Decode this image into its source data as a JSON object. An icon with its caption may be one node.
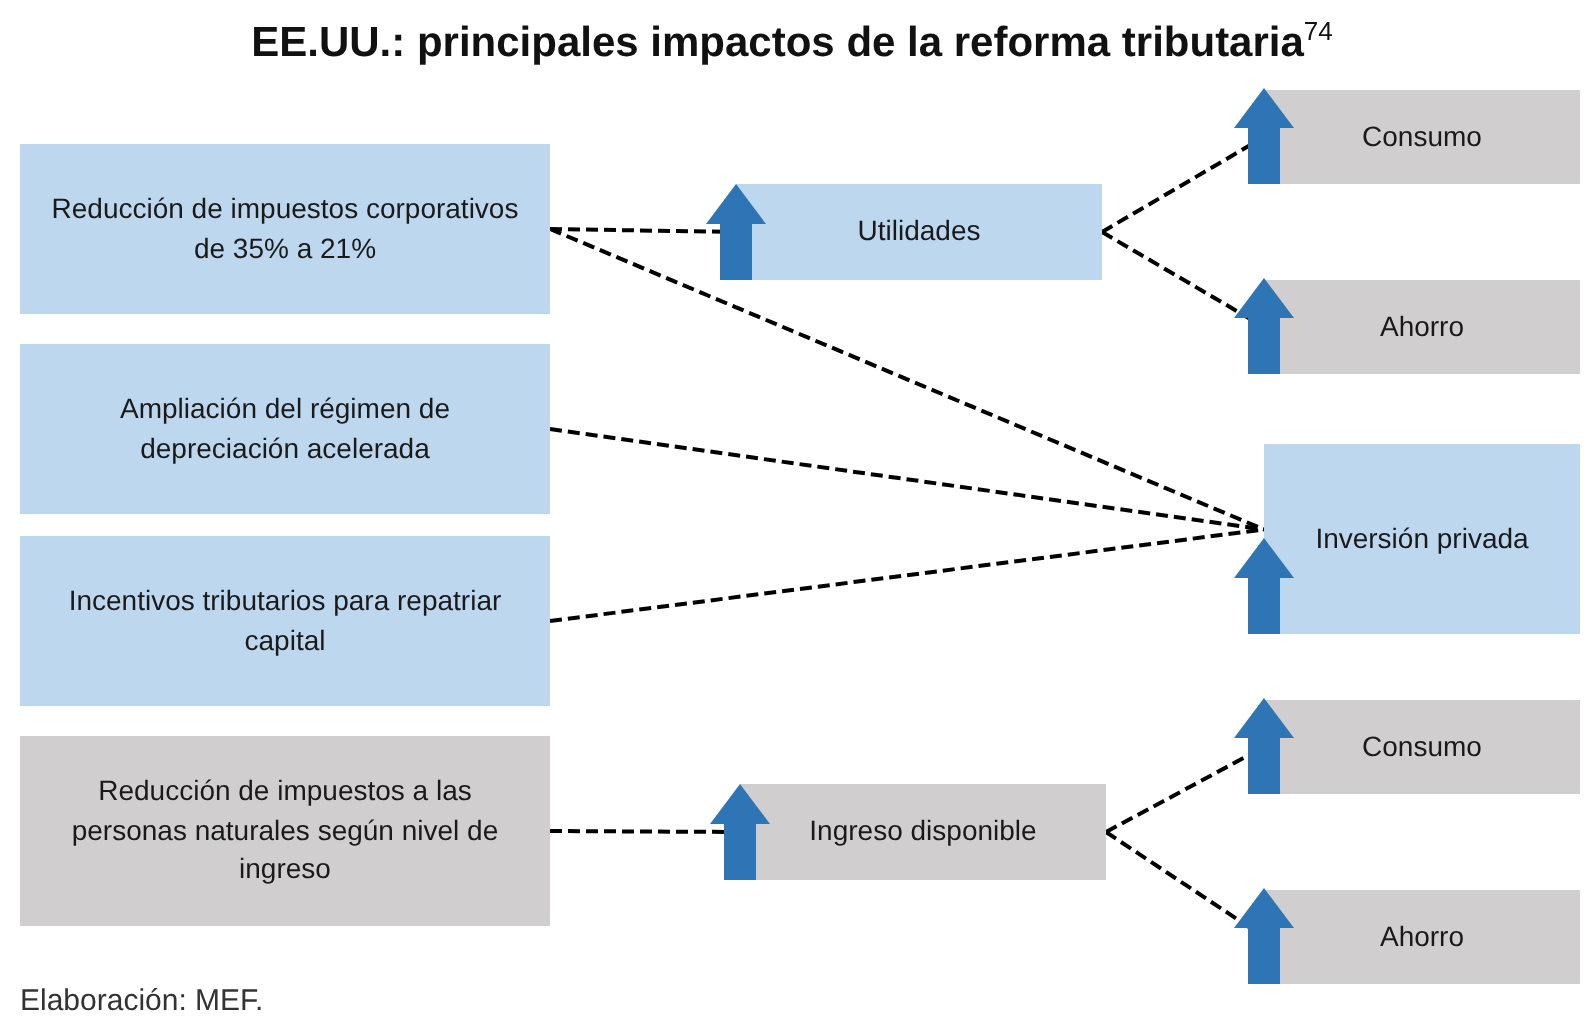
{
  "diagram": {
    "title": "EE.UU.: principales impactos de la reforma tributaria$^{74}$",
    "caption": "Elaboración: MEF.",
    "nodes": [
      {
        "text": [
          "Reducción de impuestos corporativos de 35% a 21%"
        ]
      },
      {
        "text": [
          "Ampliación del régimen de depreciación acelerada"
        ]
      },
      {
        "text": [
          "Incentivos tributarios para repatriar capital"
        ]
      },
      {
        "text": [
          "Reducción de impuestos a las personas naturales según nivel de ingreso"
        ]
      },
      {
        "text": [
          "Utilidades"
        ]
      },
      {
        "text": [
          "Consumo"
        ]
      },
      {
        "text": [
          "Ahorro"
        ]
      },
      {
        "text": [
          "Inversión privada"
        ]
      },
      {
        "text": [
          "Ingreso disponible"
        ]
      },
      {
        "text": [
          "Consumo"
        ]
      },
      {
        "text": [
          "Ahorro"
        ]
      }
    ],
    "edges": [
      {
        "from": 0,
        "to": 4,
        "arrow": "none",
        "style": "dashed"
      },
      {
        "from": 0,
        "to": 7,
        "arrow": "none",
        "style": "dashed"
      },
      {
        "from": 1,
        "to": 7,
        "arrow": "none",
        "style": "dashed"
      },
      {
        "from": 2,
        "to": 7,
        "arrow": "none",
        "style": "dashed"
      },
      {
        "from": 4,
        "to": 5,
        "arrow": "none",
        "style": "dashed"
      },
      {
        "from": 4,
        "to": 6,
        "arrow": "none",
        "style": "dashed"
      },
      {
        "from": 3,
        "to": 8,
        "arrow": "none",
        "style": "dashed"
      },
      {
        "from": 8,
        "to": 9,
        "arrow": "none",
        "style": "dashed"
      },
      {
        "from": 8,
        "to": 10,
        "arrow": "none",
        "style": "dashed"
      }
    ]
  }
}
